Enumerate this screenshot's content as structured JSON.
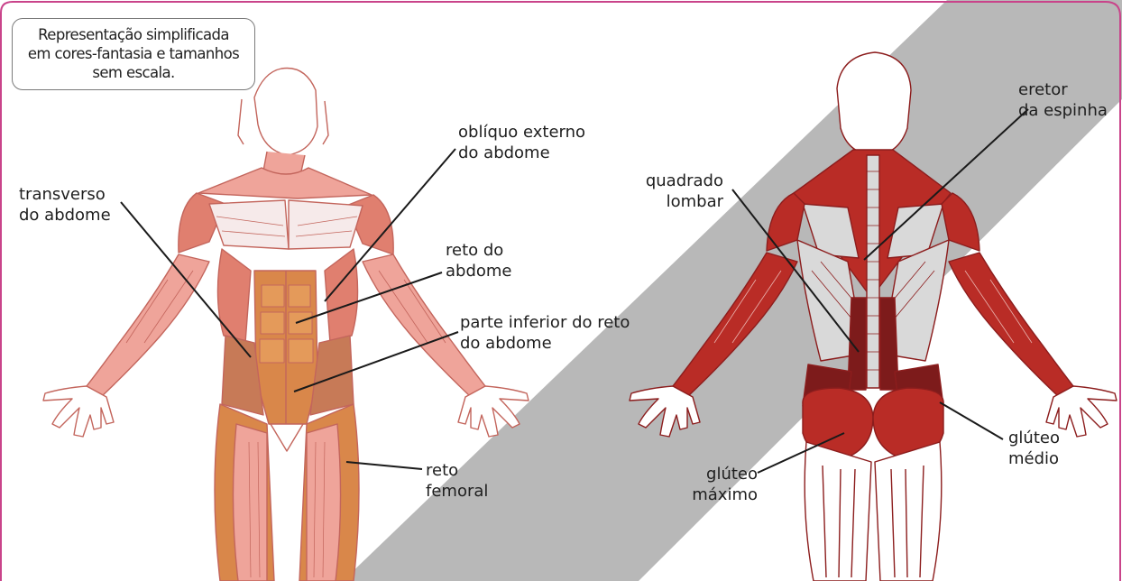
{
  "note": {
    "lines": [
      "Representação simplificada",
      "em cores-fantasia e tamanhos",
      "sem escala."
    ]
  },
  "front_labels": {
    "obliquo": [
      "oblíquo externo",
      "do abdome"
    ],
    "transverso": [
      "transverso",
      "do abdome"
    ],
    "reto_abdome": [
      "reto do",
      "abdome"
    ],
    "parte_inferior": [
      "parte inferior do reto",
      "do abdome"
    ],
    "reto_femoral": [
      "reto",
      "femoral"
    ]
  },
  "back_labels": {
    "eretor": [
      "eretor",
      "da espinha"
    ],
    "quadrado": [
      "quadrado",
      "lombar"
    ],
    "gluteo_medio": [
      "glúteo",
      "médio"
    ],
    "gluteo_maximo": [
      "glúteo",
      "máximo"
    ]
  },
  "colors": {
    "frame": "#c9438a",
    "back_band": "#b8b8b8",
    "front_muscle_light": "#efa49a",
    "front_muscle_mid": "#e07f6f",
    "front_muscle_orange": "#d9874a",
    "front_outline": "#c3655c",
    "back_muscle": "#b92c26",
    "back_muscle_dark": "#7d1b1b",
    "back_outline": "#8c1d1d"
  }
}
